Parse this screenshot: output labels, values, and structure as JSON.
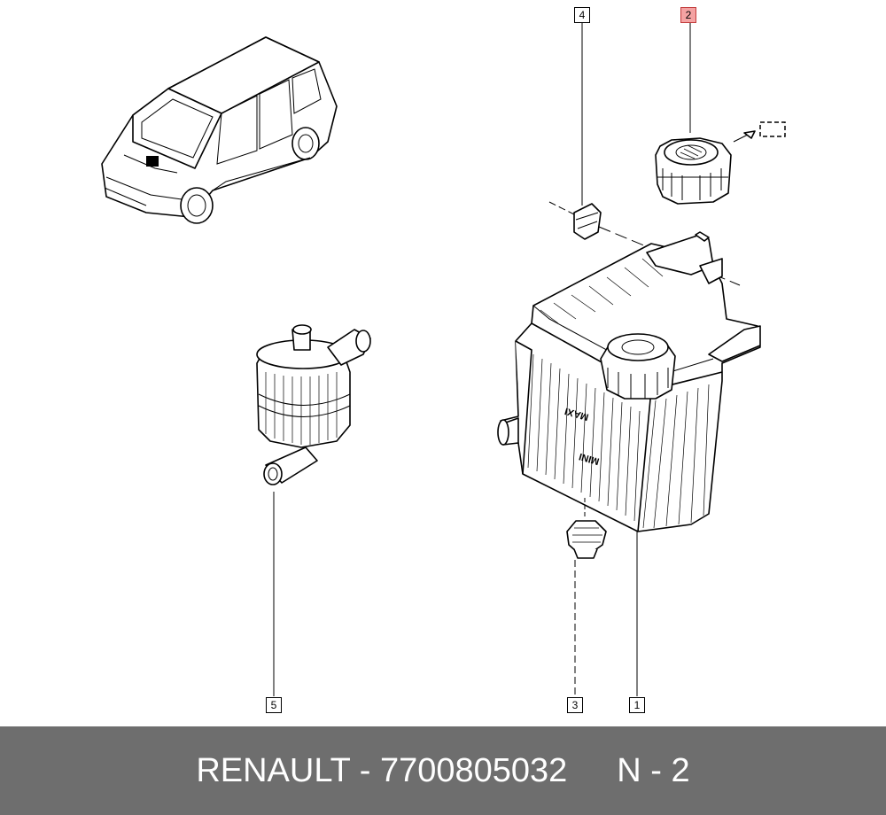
{
  "callouts": [
    {
      "label": "1",
      "highlight": false
    },
    {
      "label": "2",
      "highlight": true
    },
    {
      "label": "3",
      "highlight": false
    },
    {
      "label": "4",
      "highlight": false
    },
    {
      "label": "5",
      "highlight": false
    }
  ],
  "tank_markings": {
    "max": "MAXI",
    "min": "MINI"
  },
  "footer": {
    "part_text": "RENAULT - 7700805032",
    "ref_text": "N - 2"
  },
  "colors": {
    "footer_bg": "#6e6e6e",
    "highlight_bg": "#f4a3a3",
    "highlight_border": "#c23b3b"
  }
}
